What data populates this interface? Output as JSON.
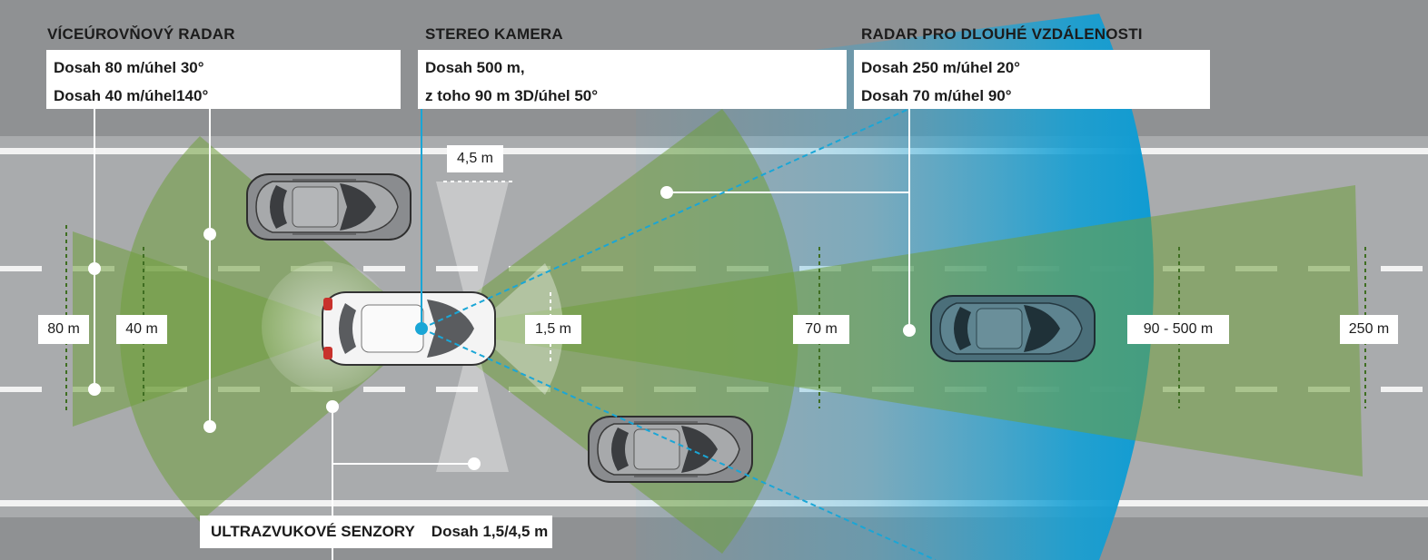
{
  "sections": {
    "multi_radar": {
      "title": "VÍCEÚROVŇOVÝ RADAR",
      "line1": "Dosah 80 m/úhel 30°",
      "line2": "Dosah 40 m/úhel140°"
    },
    "stereo_camera": {
      "title": "STEREO KAMERA",
      "line1": "Dosah 500 m,",
      "line2": "z toho 90 m 3D/úhel 50°"
    },
    "long_range_radar": {
      "title": "RADAR PRO DLOUHÉ VZDÁLENOSTI",
      "line1": "Dosah 250 m/úhel 20°",
      "line2": "Dosah 70 m/úhel 90°"
    },
    "ultrasonic": {
      "title": "ULTRAZVUKOVÉ SENZORY",
      "range": "Dosah 1,5/4,5 m"
    }
  },
  "distance_labels": {
    "d80": "80 m",
    "d40": "40 m",
    "d45": "4,5 m",
    "d15": "1,5 m",
    "d70": "70 m",
    "d90_500": "90 - 500 m",
    "d250": "250 m"
  },
  "colors": {
    "road": "#a9abad",
    "shoulder": "#8f9193",
    "radar_green": "#6f9e3c",
    "camera_blue": "#1aa6d6",
    "connector": "#ffffff"
  }
}
